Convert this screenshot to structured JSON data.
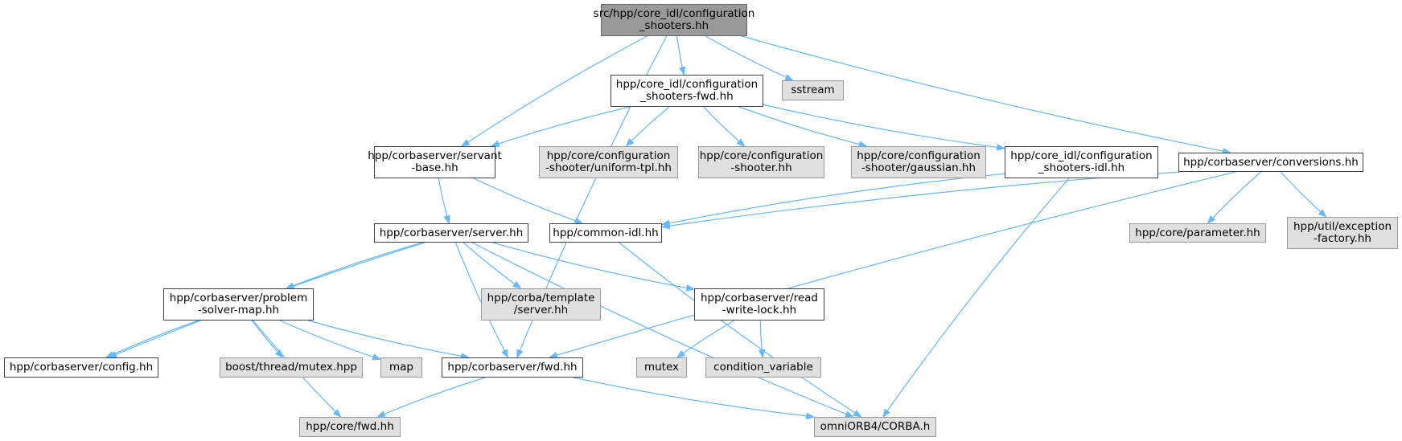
{
  "graph": {
    "title": "",
    "nodes": [
      {
        "id": "root",
        "label": "src/hpp/core_idl/configuration\n_shooters.hh",
        "kind": "root"
      },
      {
        "id": "fwd_cs",
        "label": "hpp/core_idl/configuration\n_shooters-fwd.hh",
        "kind": "doc"
      },
      {
        "id": "sstream",
        "label": "sstream",
        "kind": "ext"
      },
      {
        "id": "servant",
        "label": "hpp/corbaserver/servant\n-base.hh",
        "kind": "doc"
      },
      {
        "id": "uniform",
        "label": "hpp/core/configuration\n-shooter/uniform-tpl.hh",
        "kind": "ext"
      },
      {
        "id": "shooter",
        "label": "hpp/core/configuration\n-shooter.hh",
        "kind": "ext"
      },
      {
        "id": "gaussian",
        "label": "hpp/core/configuration\n-shooter/gaussian.hh",
        "kind": "ext"
      },
      {
        "id": "idl_cs",
        "label": "hpp/core_idl/configuration\n_shooters-idl.hh",
        "kind": "doc"
      },
      {
        "id": "conversions",
        "label": "hpp/corbaserver/conversions.hh",
        "kind": "doc"
      },
      {
        "id": "server",
        "label": "hpp/corbaserver/server.hh",
        "kind": "doc"
      },
      {
        "id": "commonidl",
        "label": "hpp/common-idl.hh",
        "kind": "doc"
      },
      {
        "id": "parameter",
        "label": "hpp/core/parameter.hh",
        "kind": "ext"
      },
      {
        "id": "exception",
        "label": "hpp/util/exception\n-factory.hh",
        "kind": "ext"
      },
      {
        "id": "psmap",
        "label": "hpp/corbaserver/problem\n-solver-map.hh",
        "kind": "doc"
      },
      {
        "id": "tplserver",
        "label": "hpp/corba/template\n/server.hh",
        "kind": "ext"
      },
      {
        "id": "rwlock",
        "label": "hpp/corbaserver/read\n-write-lock.hh",
        "kind": "doc"
      },
      {
        "id": "config",
        "label": "hpp/corbaserver/config.hh",
        "kind": "doc"
      },
      {
        "id": "boostmutex",
        "label": "boost/thread/mutex.hpp",
        "kind": "ext"
      },
      {
        "id": "map",
        "label": "map",
        "kind": "ext"
      },
      {
        "id": "csfwd",
        "label": "hpp/corbaserver/fwd.hh",
        "kind": "doc"
      },
      {
        "id": "mutex",
        "label": "mutex",
        "kind": "ext"
      },
      {
        "id": "condvar",
        "label": "condition_variable",
        "kind": "ext"
      },
      {
        "id": "corefwd",
        "label": "hpp/core/fwd.hh",
        "kind": "ext"
      },
      {
        "id": "corba",
        "label": "omniORB4/CORBA.h",
        "kind": "ext"
      }
    ],
    "edges": [
      [
        "root",
        "fwd_cs"
      ],
      [
        "root",
        "sstream"
      ],
      [
        "root",
        "servant"
      ],
      [
        "root",
        "conversions"
      ],
      [
        "root",
        "csfwd"
      ],
      [
        "fwd_cs",
        "servant"
      ],
      [
        "fwd_cs",
        "uniform"
      ],
      [
        "fwd_cs",
        "shooter"
      ],
      [
        "fwd_cs",
        "gaussian"
      ],
      [
        "fwd_cs",
        "idl_cs"
      ],
      [
        "servant",
        "server"
      ],
      [
        "servant",
        "commonidl"
      ],
      [
        "idl_cs",
        "commonidl"
      ],
      [
        "idl_cs",
        "corba"
      ],
      [
        "conversions",
        "commonidl"
      ],
      [
        "conversions",
        "parameter"
      ],
      [
        "conversions",
        "exception"
      ],
      [
        "conversions",
        "csfwd"
      ],
      [
        "server",
        "psmap"
      ],
      [
        "server",
        "tplserver"
      ],
      [
        "server",
        "rwlock"
      ],
      [
        "server",
        "config"
      ],
      [
        "server",
        "csfwd"
      ],
      [
        "server",
        "corba"
      ],
      [
        "commonidl",
        "corba"
      ],
      [
        "psmap",
        "config"
      ],
      [
        "psmap",
        "boostmutex"
      ],
      [
        "psmap",
        "map"
      ],
      [
        "psmap",
        "csfwd"
      ],
      [
        "psmap",
        "corefwd"
      ],
      [
        "rwlock",
        "mutex"
      ],
      [
        "rwlock",
        "condvar"
      ],
      [
        "csfwd",
        "corefwd"
      ],
      [
        "csfwd",
        "corba"
      ]
    ]
  }
}
